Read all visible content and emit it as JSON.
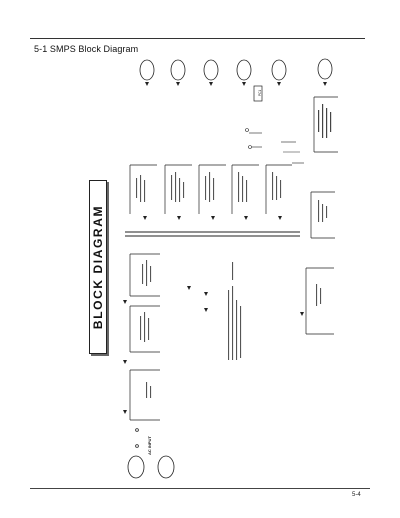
{
  "header": {
    "title": "5-1 SMPS Block Diagram"
  },
  "banner": {
    "text": "BLOCK DIAGRAM"
  },
  "labels": {
    "ac_input": "AC INPUT",
    "pc1": "PC1"
  },
  "footer": {
    "page_number": "5-4"
  }
}
